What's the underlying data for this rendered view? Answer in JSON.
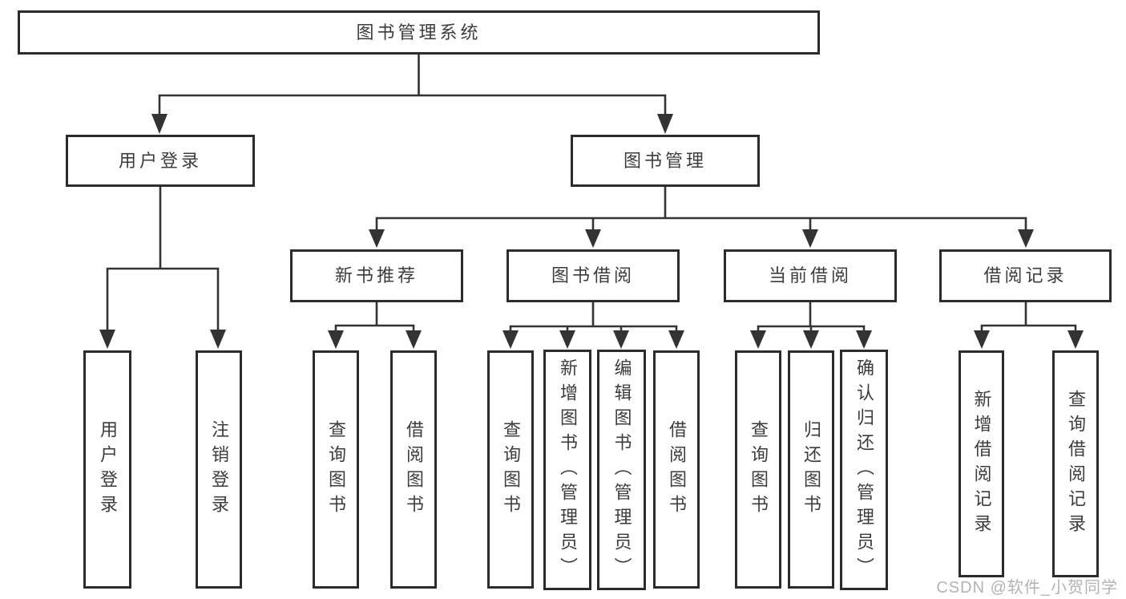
{
  "tree": {
    "label": "图书管理系统",
    "children": [
      {
        "label": "用户登录",
        "children": [
          {
            "label": "用户登录"
          },
          {
            "label": "注销登录"
          }
        ]
      },
      {
        "label": "图书管理",
        "children": [
          {
            "label": "新书推荐",
            "children": [
              {
                "label": "查询图书"
              },
              {
                "label": "借阅图书"
              }
            ]
          },
          {
            "label": "图书借阅",
            "children": [
              {
                "label": "查询图书"
              },
              {
                "label": "新增图书（管理员）"
              },
              {
                "label": "编辑图书（管理员）"
              },
              {
                "label": "借阅图书"
              }
            ]
          },
          {
            "label": "当前借阅",
            "children": [
              {
                "label": "查询图书"
              },
              {
                "label": "归还图书"
              },
              {
                "label": "确认归还（管理员）"
              }
            ]
          },
          {
            "label": "借阅记录",
            "children": [
              {
                "label": "新增借阅记录"
              },
              {
                "label": "查询借阅记录"
              }
            ]
          }
        ]
      }
    ]
  },
  "watermark": "CSDN @软件_小贺同学",
  "colors": {
    "background": "#ffffff",
    "box_fill": "#ffffff",
    "box_border": "#2c2c2c",
    "line": "#333333",
    "text": "#3c3c3c",
    "watermark": "#b3b3b3"
  }
}
